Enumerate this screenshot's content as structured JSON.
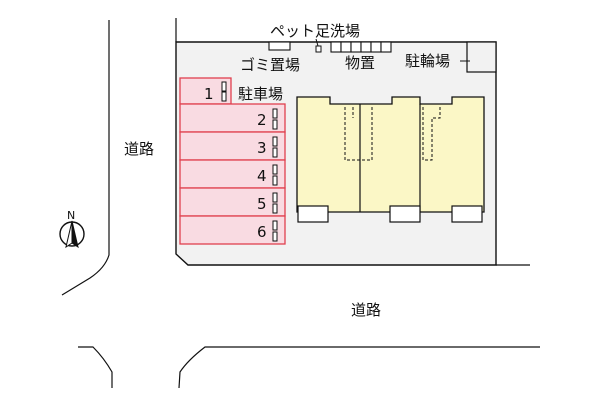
{
  "labels": {
    "pet_foot_wash": "ペット足洗場",
    "garbage": "ゴミ置場",
    "storage": "物置",
    "bicycle_parking": "駐輪場",
    "parking": "駐車場",
    "road_west": "道路",
    "road_south": "道路",
    "north": "N"
  },
  "parking_spaces": [
    "1",
    "2",
    "3",
    "4",
    "5",
    "6"
  ],
  "colors": {
    "parking_fill": "#f9dbe2",
    "parking_stroke": "#e0414f",
    "building_fill": "#fbf7c6",
    "site_fill": "#f2f2f2",
    "line": "#111111"
  }
}
